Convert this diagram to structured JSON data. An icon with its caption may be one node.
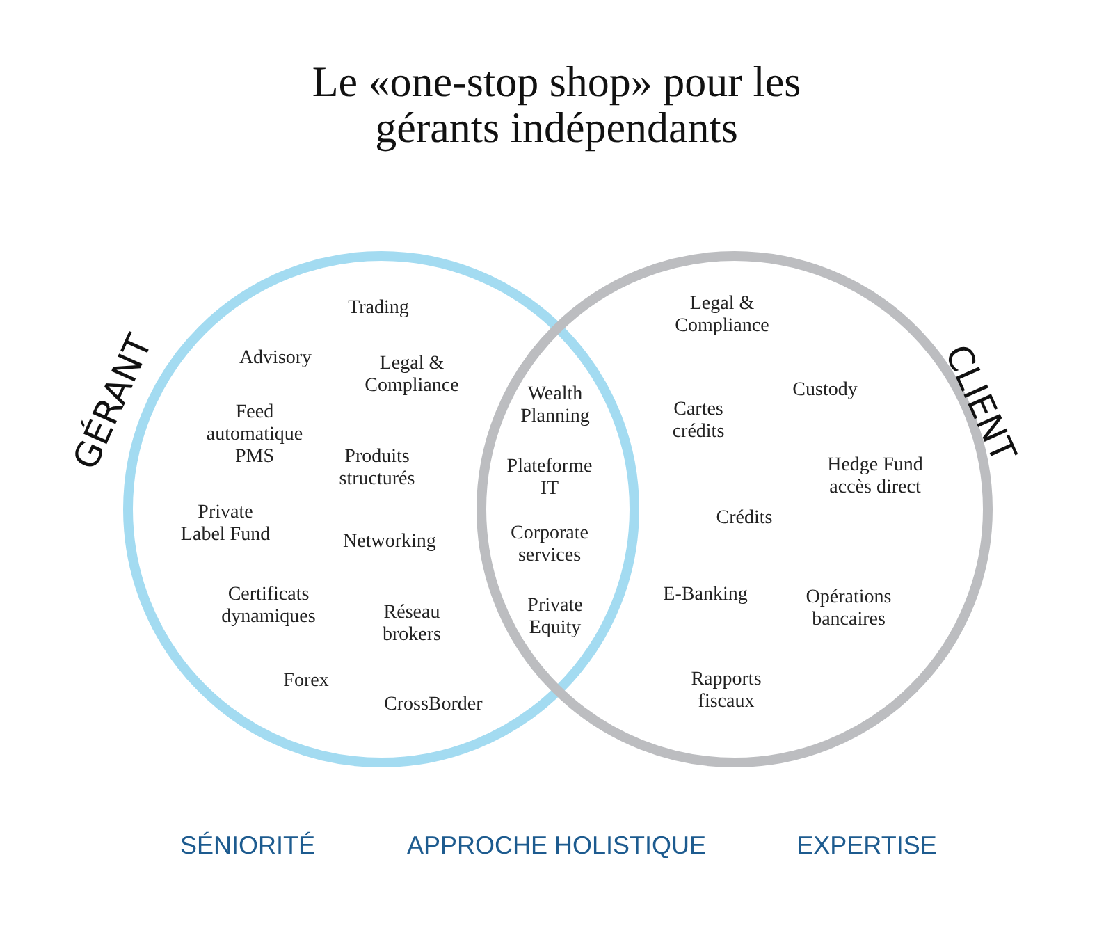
{
  "diagram": {
    "title": "Le «one-stop shop» pour les gérants indépendants",
    "nodes": [
      {
        "text": [
          "GÉRANT"
        ]
      },
      {
        "text": [
          "CLIENT"
        ]
      }
    ],
    "labels": [
      "Trading",
      "Advisory",
      "Legal & Compliance",
      "Feed automatique PMS",
      "Produits structurés",
      "Private Label Fund",
      "Networking",
      "Certificats dynamiques",
      "Réseau brokers",
      "Forex",
      "CrossBorder",
      "Wealth Planning",
      "Plateforme IT",
      "Corporate services",
      "Private Equity",
      "Legal & Compliance",
      "Custody",
      "Cartes crédits",
      "Hedge Fund accès direct",
      "Crédits",
      "E-Banking",
      "Opérations bancaires",
      "Rapports fiscaux",
      "SÉNIORITÉ",
      "APPROCHE HOLISTIQUE",
      "EXPERTISE"
    ]
  }
}
